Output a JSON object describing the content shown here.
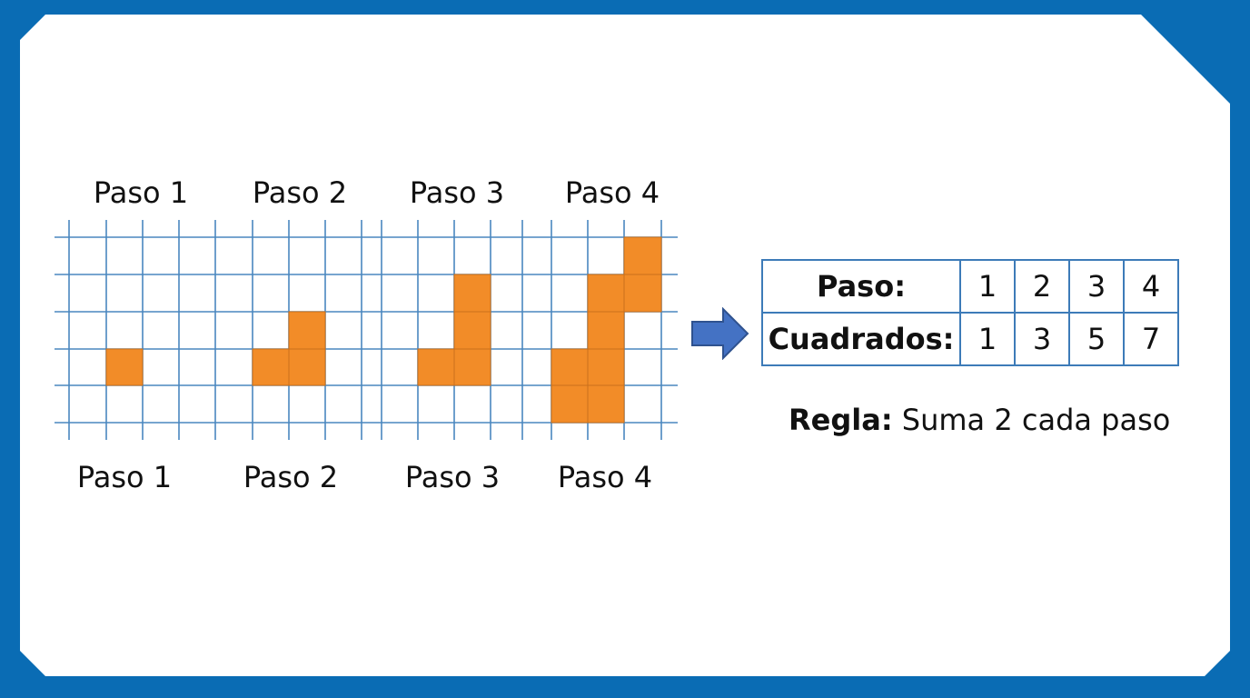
{
  "top_labels": [
    "Paso 1",
    "Paso 2",
    "Paso 3",
    "Paso 4"
  ],
  "bottom_labels": [
    "Paso 1",
    "Paso 2",
    "Paso 3",
    "Paso 4"
  ],
  "square_color": "#f28c28",
  "grid_line_color": "#4a87bf",
  "arrow_color": "#4472c4",
  "table": {
    "header_row": "Paso:",
    "header_values": [
      "1",
      "2",
      "3",
      "4"
    ],
    "count_row": "Cuadrados:",
    "count_values": [
      "1",
      "3",
      "5",
      "7"
    ]
  },
  "rule": {
    "label": "Regla:",
    "text": " Suma 2 cada paso"
  }
}
